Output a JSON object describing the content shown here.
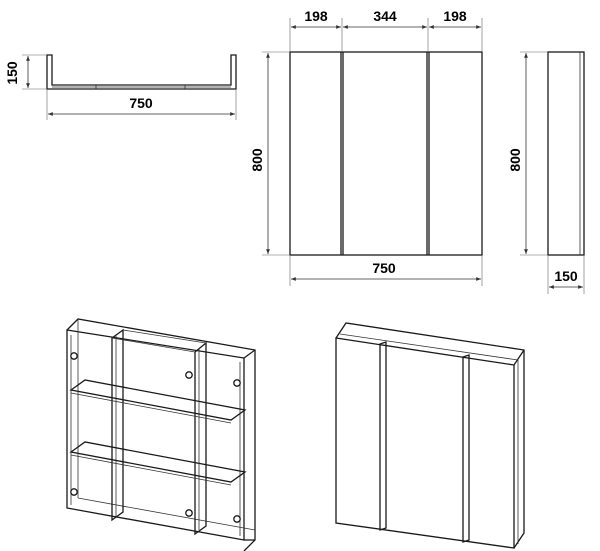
{
  "drawing": {
    "top_view": {
      "depth": "150",
      "width": "750"
    },
    "front_view": {
      "door_left": "198",
      "door_center": "344",
      "door_right": "198",
      "height": "800",
      "width": "750"
    },
    "side_view": {
      "height": "800",
      "depth": "150"
    }
  },
  "colors": {
    "line": "#1a1a1a",
    "dimension": "#333333",
    "background": "#ffffff"
  }
}
